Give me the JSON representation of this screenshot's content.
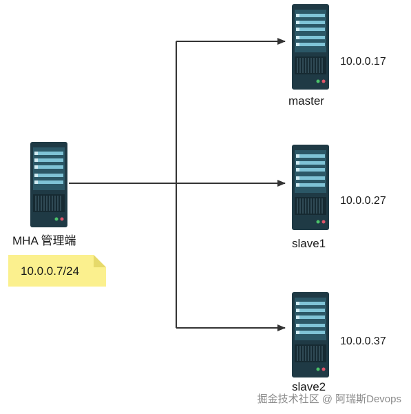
{
  "manager": {
    "label": "MHA 管理端",
    "ip": "10.0.0.7/24"
  },
  "nodes": [
    {
      "name": "master",
      "ip": "10.0.0.17"
    },
    {
      "name": "slave1",
      "ip": "10.0.0.27"
    },
    {
      "name": "slave2",
      "ip": "10.0.0.37"
    }
  ],
  "watermark": "掘金技术社区 @ 阿瑞斯Devops",
  "icons": {
    "server": "server-icon",
    "arrow": "arrow-icon",
    "note": "sticky-note-icon"
  },
  "colors": {
    "server_body": "#1f3a45",
    "server_panel": "#2b5766",
    "server_stripe": "#7fc3d6",
    "led_green": "#4cc36a",
    "led_red": "#e0556a",
    "line": "#333333",
    "note_bg": "#fbf08e",
    "note_fold": "#e6d96a"
  }
}
